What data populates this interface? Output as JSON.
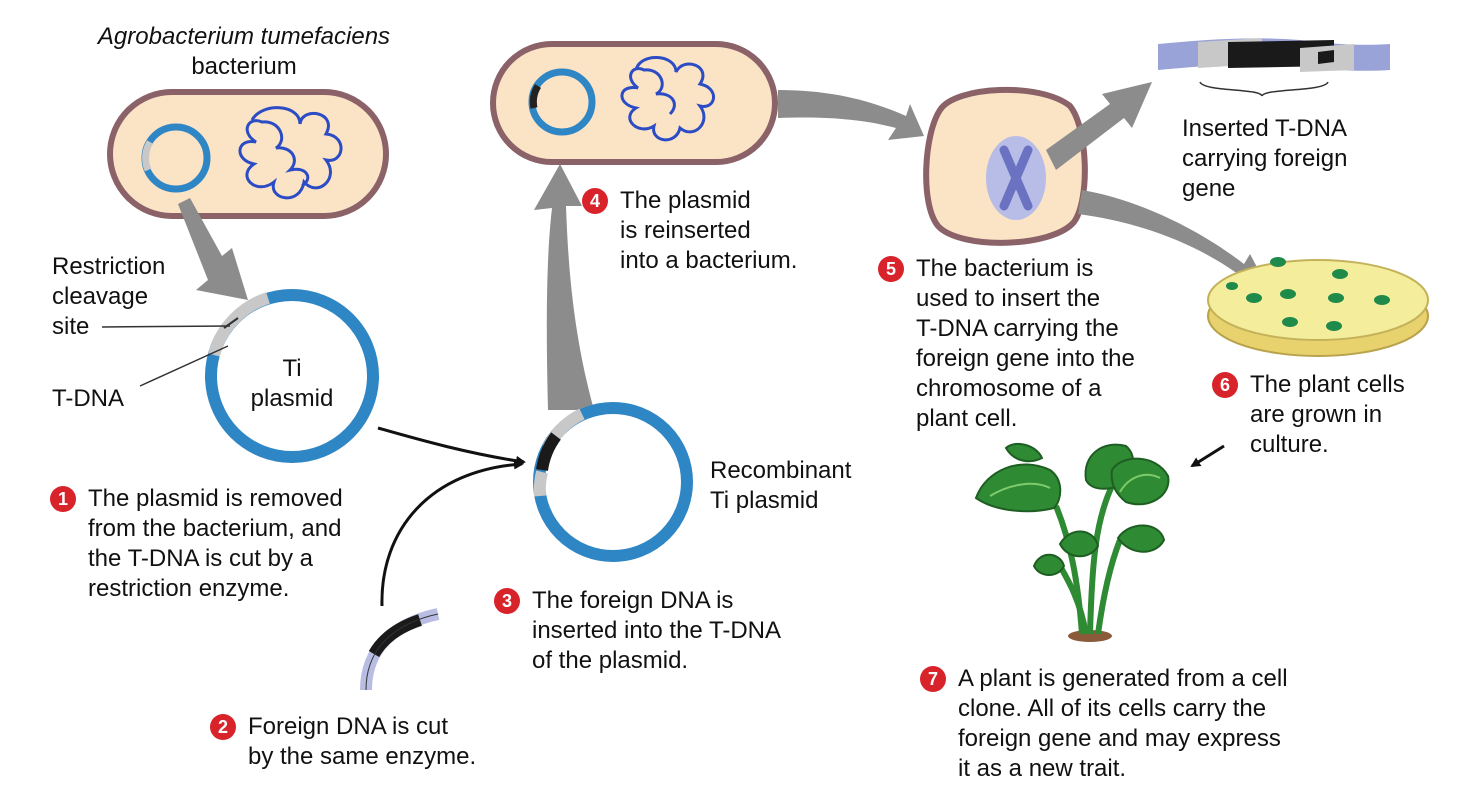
{
  "labels": {
    "bacterium_title": "Agrobacterium tumefaciens",
    "bacterium_sub": "bacterium",
    "restriction_site": "Restriction\ncleavage\nsite",
    "tdna": "T-DNA",
    "ti_plasmid": "Ti\nplasmid",
    "recombinant": "Recombinant\nTi plasmid",
    "inserted_tdna": "Inserted T-DNA\ncarrying foreign\ngene"
  },
  "steps": [
    {
      "num": "1",
      "text": "The plasmid is removed\nfrom the bacterium, and\nthe T-DNA is cut by a\nrestriction enzyme."
    },
    {
      "num": "2",
      "text": "Foreign DNA is cut\nby the same enzyme."
    },
    {
      "num": "3",
      "text": "The foreign DNA is\ninserted into the T-DNA\nof the plasmid."
    },
    {
      "num": "4",
      "text": "The plasmid\nis reinserted\ninto a bacterium."
    },
    {
      "num": "5",
      "text": "The bacterium is\nused to insert the\nT-DNA carrying the\nforeign gene into the\nchromosome of a\nplant cell."
    },
    {
      "num": "6",
      "text": "The plant cells\nare grown in\nculture."
    },
    {
      "num": "7",
      "text": "A plant is generated from a cell\nclone. All of its cells carry the\nforeign gene and may express\nit as a new trait."
    }
  ],
  "colors": {
    "cell_fill": "#fbe3c6",
    "cell_outline": "#8a6268",
    "plasmid_blue": "#2f86c4",
    "dna_squiggle": "#2b4cc4",
    "arrow_gray": "#8c8c8c",
    "step_red": "#d9232b",
    "dish_yellow": "#f4ee9c",
    "colony_green": "#1f8a4a",
    "leaf_green": "#2f8a34",
    "chromosome_blue": "#9aa3d8"
  }
}
